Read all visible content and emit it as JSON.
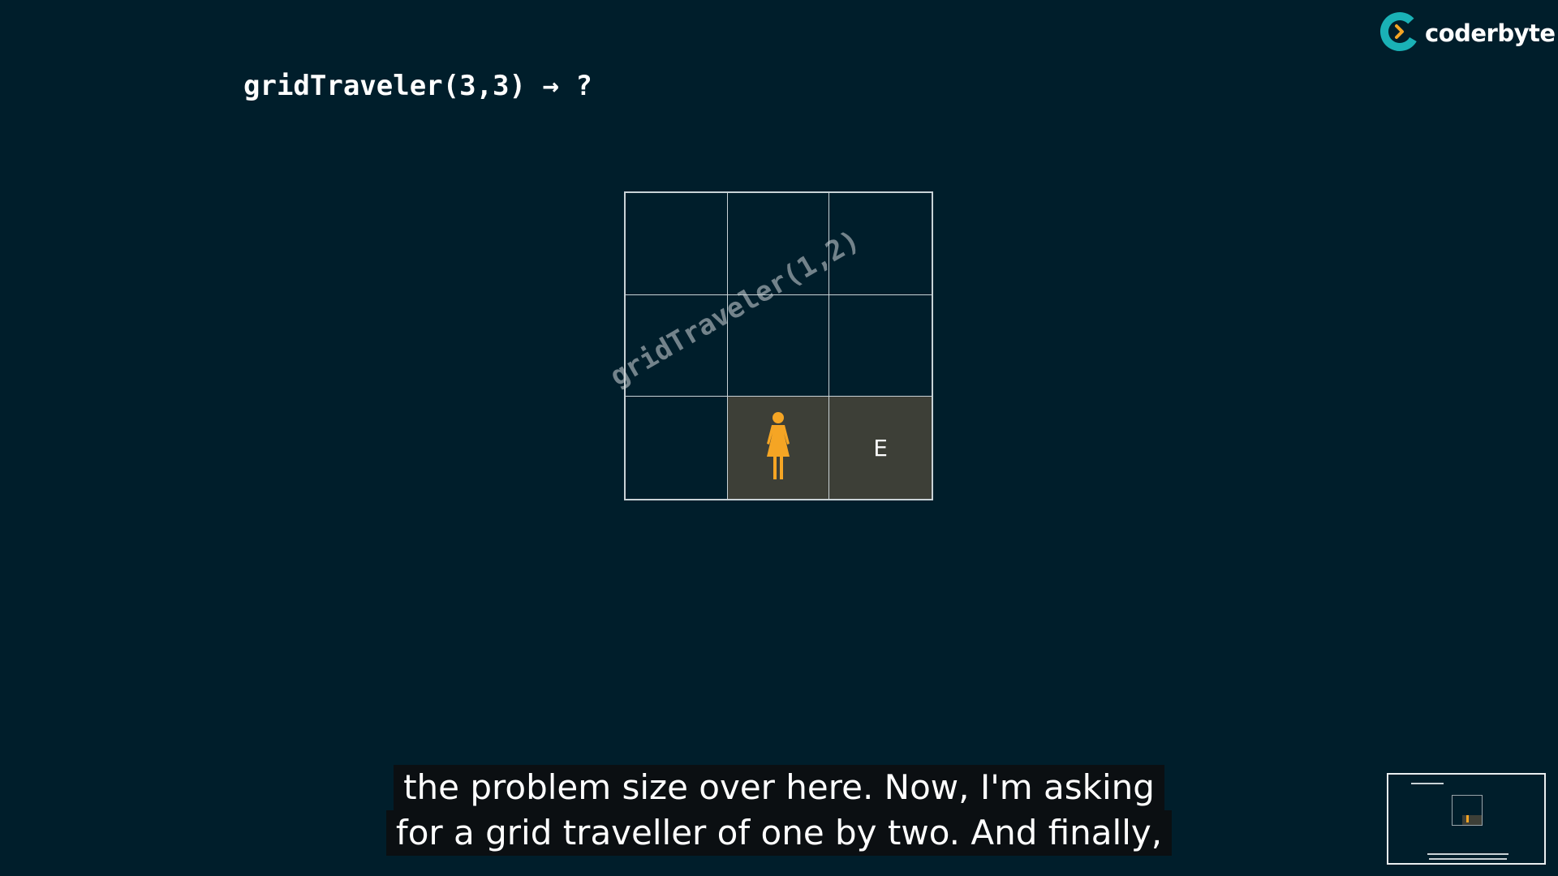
{
  "brand": {
    "name": "coderbyte",
    "logo_icon": "coderbyte-logo-icon",
    "logo_color": "#1ab1b6",
    "chevron_color": "#f5a524"
  },
  "slide": {
    "title": "gridTraveler(3,3) → ?",
    "overlay_text": "gridTraveler(1,2)",
    "end_label": "E",
    "traveler_icon": "person-icon",
    "traveler_color": "#f5a524",
    "grid": {
      "rows": 3,
      "cols": 3
    }
  },
  "captions": {
    "line1": "the problem size over here. Now, I'm asking",
    "line2": "for a grid traveller of one by two. And finally,"
  },
  "thumbnail": {
    "icon": "video-preview-thumbnail"
  }
}
